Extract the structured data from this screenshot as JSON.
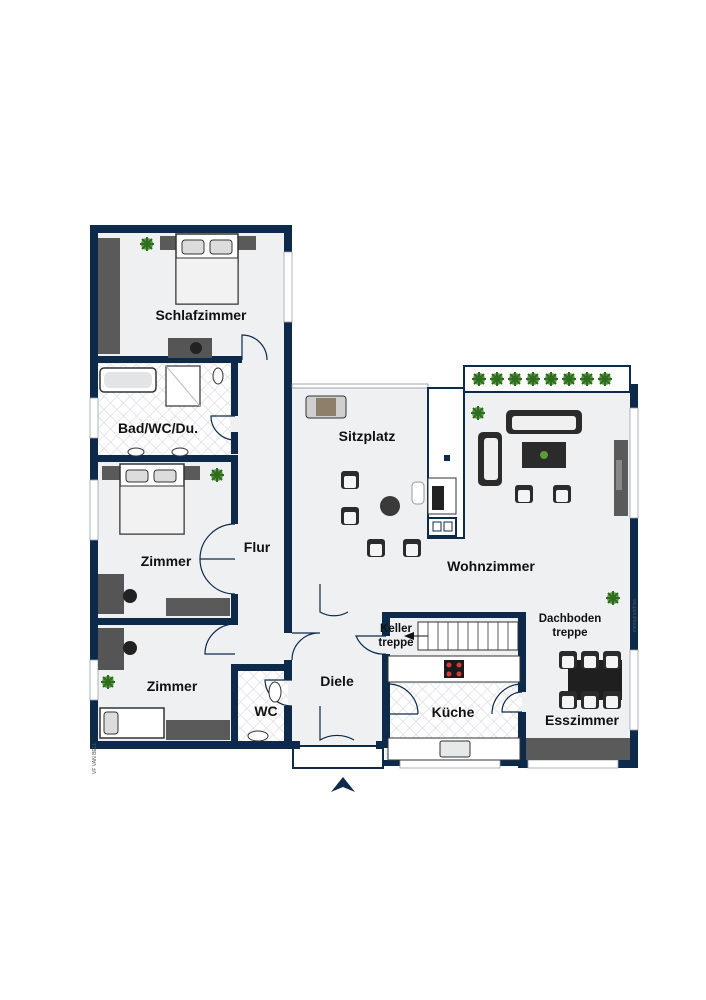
{
  "colors": {
    "wall": "#0d2a4a",
    "floor": "#eef0f2",
    "tile": "#ffffff",
    "furniture": "#4d4d4d",
    "plant": "#3a7d2c",
    "accent": "#1a3a5e"
  },
  "rooms": {
    "schlafzimmer": "Schlafzimmer",
    "bad": "Bad/WC/Du.",
    "zimmer1": "Zimmer",
    "flur": "Flur",
    "zimmer2": "Zimmer",
    "wc": "WC",
    "diele": "Diele",
    "sitzplatz": "Sitzplatz",
    "wohnzimmer": "Wohnzimmer",
    "kueche": "Küche",
    "esszimmer": "Esszimmer"
  },
  "stairs": {
    "keller_line1": "Keller",
    "keller_line2": "treppe",
    "dachboden_line1": "Dachboden",
    "dachboden_line2": "treppe"
  },
  "credits": {
    "watermark": "immogrundriss",
    "corner": "VF VAN BELL"
  },
  "icons": {
    "entrance": "entrance-arrow-icon",
    "plant": "plant-icon"
  }
}
